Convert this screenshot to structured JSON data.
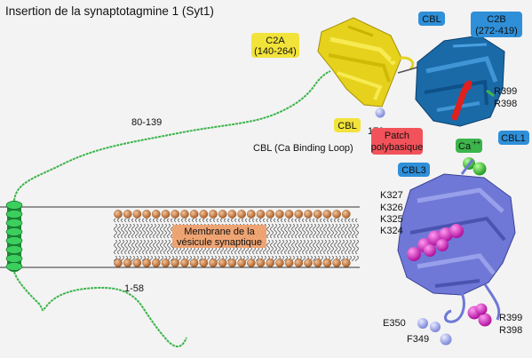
{
  "title": "Insertion de la synaptotagmine 1 (Syt1)",
  "colors": {
    "background": "#f3f3f3",
    "c2a_domain": "#e6d21c",
    "c2b_domain": "#1a6aa8",
    "c2b_bottom_domain": "#6f78d6",
    "linker": "#3cb44b",
    "tm_helix": "#2bb04a",
    "calcium": "#33cc33",
    "basic_residue": "#e020c8",
    "polybasic_patch": "#e0201c",
    "lipid_head": "#c8743a",
    "label_yellow_bg": "#f2e33a",
    "label_blue_bg": "#2f8fd8",
    "label_red_bg": "#f2525a",
    "label_orange_bg": "#f1a06a"
  },
  "labels": {
    "c2a_line1": "C2A",
    "c2a_line2": "(140-264)",
    "cbl_c2a": "CBL",
    "residue_173": "173",
    "cbl_definition": "CBL (Ca Binding Loop)",
    "cbl_c2b": "CBL",
    "c2b_line1": "C2B",
    "c2b_line2": "(272-419)",
    "r399_top": "R399",
    "r398_top": "R398",
    "patch_line1": "Patch",
    "patch_line2": "polybasique",
    "calcium": "Ca",
    "calcium_charge": "++",
    "cbl1": "CBL1",
    "cbl3": "CBL3",
    "k327": "K327",
    "k326": "K326",
    "k325": "K325",
    "k324": "K324",
    "linker_80_139": "80-139",
    "linker_1_58": "1-58",
    "membrane_line1": "Membrane de la",
    "membrane_line2": "vésicule synaptique",
    "e350": "E350",
    "f349": "F349",
    "r399_bottom": "R399",
    "r398_bottom": "R398"
  }
}
